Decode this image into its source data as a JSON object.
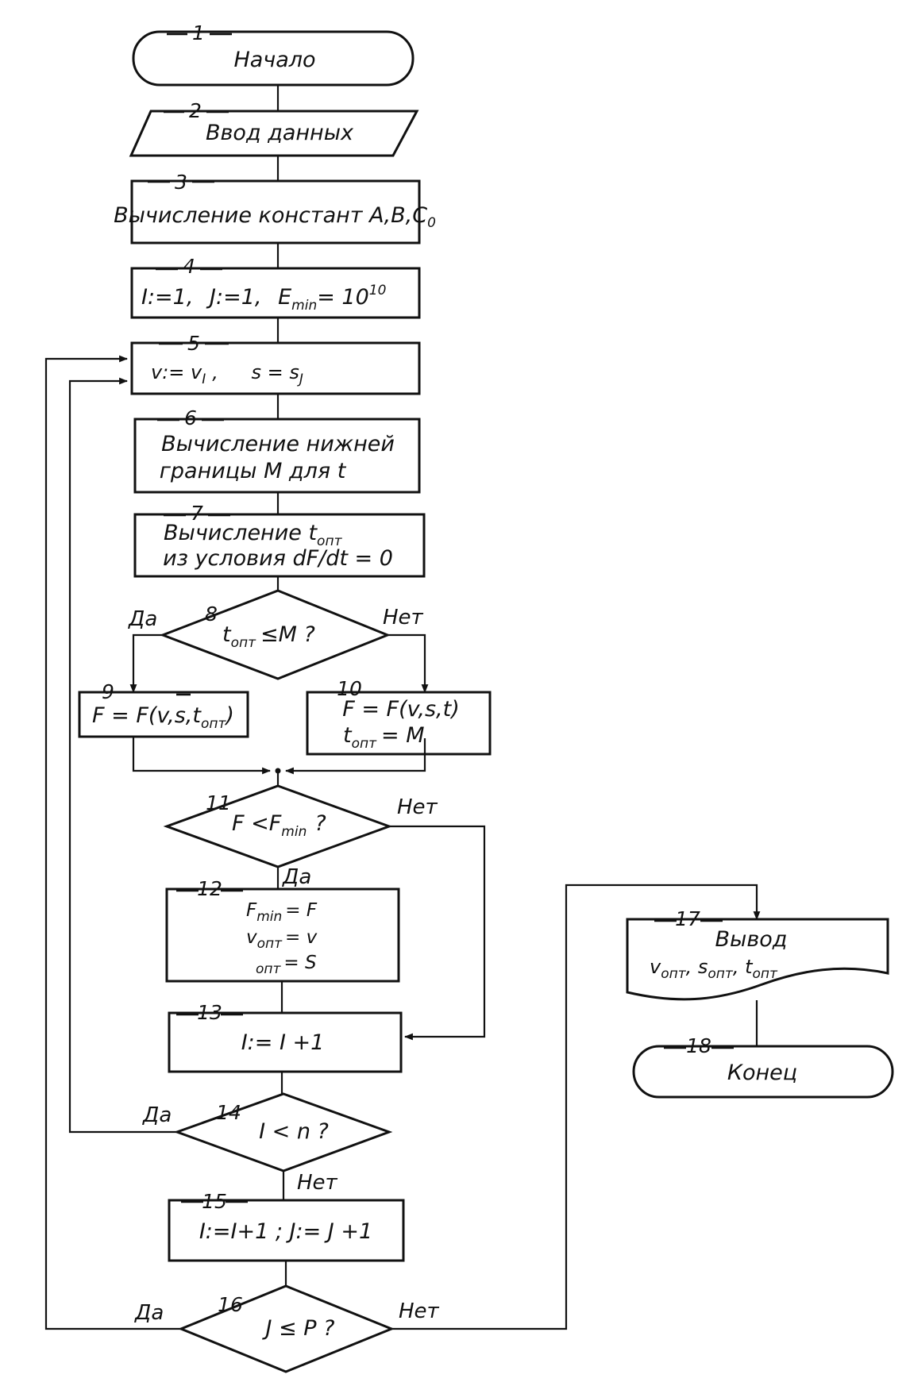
{
  "blocks": {
    "b1": {
      "num": "1",
      "text": "Начало"
    },
    "b2": {
      "num": "2",
      "text": "Ввод данных"
    },
    "b3": {
      "num": "3",
      "text": "Вычисление констант А,В,С",
      "sub": "0"
    },
    "b4": {
      "num": "4",
      "i": "I:=1,",
      "j": "J:=1,",
      "e": "E",
      "e_sub": "min",
      "e_eq": "= 10",
      "e_sup": "10"
    },
    "b5": {
      "num": "5",
      "v": "v:= v",
      "v_sub": "I",
      "v_comma": ",",
      "s": "s = s",
      "s_sub": "J"
    },
    "b6": {
      "num": "6",
      "line1": "Вычисление нижней",
      "line2": "границы М для t"
    },
    "b7": {
      "num": "7",
      "line1": "Вычисление t",
      "line1_sub": "опт",
      "line2": "из условия dF/dt = 0"
    },
    "b8": {
      "num": "8",
      "t": "t",
      "t_sub": "опт",
      "rest": "≤М ?"
    },
    "b9": {
      "num": "9",
      "text": "F = F(v,s,t",
      "sub": "опт",
      "close": ")"
    },
    "b10": {
      "num": "10",
      "line1": "F = F(v,s,t)",
      "line2_t": "t",
      "line2_sub": "опт",
      "line2_rest": "= M"
    },
    "b11": {
      "num": "11",
      "text": "F <F",
      "sub": "min",
      "q": "?"
    },
    "b12": {
      "num": "12",
      "l1": "F",
      "l1_sub": "min",
      "l1_rest": "= F",
      "l2": "v",
      "l2_sub": "опт",
      "l2_rest": "= v",
      "l3_sub": "опт",
      "l3_rest": "= S"
    },
    "b13": {
      "num": "13",
      "text": "I:= I +1"
    },
    "b14": {
      "num": "14",
      "text": "I < n ?"
    },
    "b15": {
      "num": "15",
      "text": "I:=I+1 ;  J:= J +1"
    },
    "b16": {
      "num": "16",
      "text": "J ≤ P ?"
    },
    "b17": {
      "num": "17",
      "title": "Вывод",
      "v": "v",
      "v_sub": "опт",
      "s": ", s",
      "s_sub": "опт",
      "t": ", t",
      "t_sub": "опт"
    },
    "b18": {
      "num": "18",
      "text": "Конец"
    }
  },
  "branches": {
    "b8_yes": "Да",
    "b8_no": "Нет",
    "b11_yes": "Да",
    "b11_no": "Нет",
    "b14_yes": "Да",
    "b14_no": "Нет",
    "b16_yes": "Да",
    "b16_no": "Нет"
  }
}
